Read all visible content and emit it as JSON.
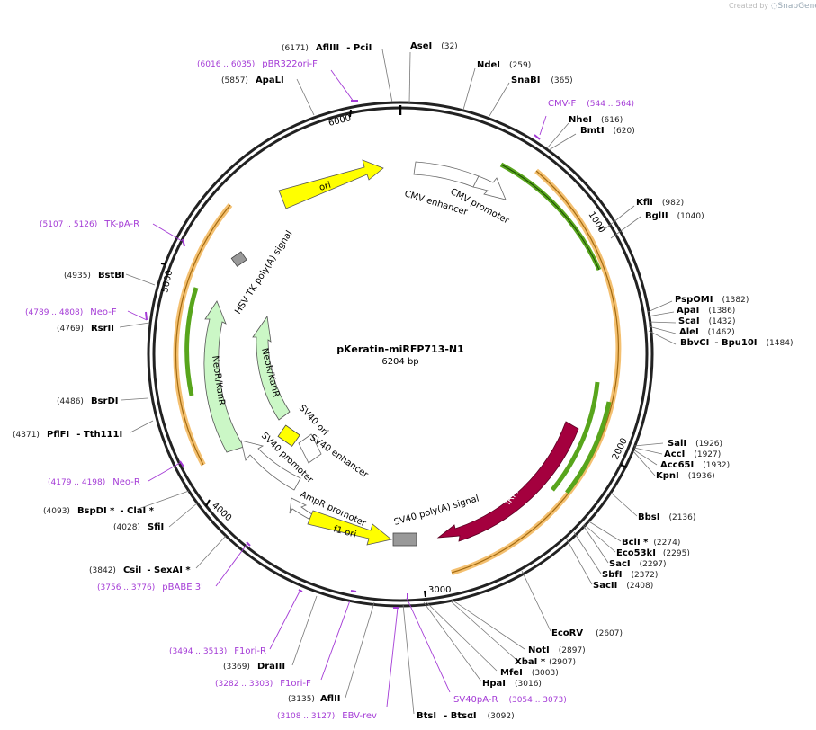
{
  "credit": {
    "prefix": "Created by",
    "brand": "SnapGene"
  },
  "map": {
    "name": "pKeratin-miRFP713-N1",
    "length_label": "6204 bp",
    "length": 6204
  },
  "ruler_ticks": [
    "1000",
    "2000",
    "3000",
    "4000",
    "5000",
    "6000"
  ],
  "sites": [
    {
      "id": "asei",
      "name": "AseI",
      "pos": "(32)"
    },
    {
      "id": "ndei",
      "name": "NdeI",
      "pos": "(259)"
    },
    {
      "id": "snabi",
      "name": "SnaBI",
      "pos": "(365)"
    },
    {
      "id": "nhei",
      "name": "NheI",
      "pos": "(616)"
    },
    {
      "id": "bmti",
      "name": "BmtI",
      "pos": "(620)"
    },
    {
      "id": "kfli",
      "name": "KflI",
      "pos": "(982)"
    },
    {
      "id": "bglii",
      "name": "BglII",
      "pos": "(1040)"
    },
    {
      "id": "pspomi",
      "name": "PspOMI",
      "pos": "(1382)"
    },
    {
      "id": "apai",
      "name": "ApaI",
      "pos": "(1386)"
    },
    {
      "id": "scai",
      "name": "ScaI",
      "pos": "(1432)"
    },
    {
      "id": "alei",
      "name": "AleI",
      "pos": "(1462)"
    },
    {
      "id": "bbvci",
      "name": "BbvCI",
      "extra": "- Bpu10I",
      "pos": "(1484)"
    },
    {
      "id": "sali",
      "name": "SalI",
      "pos": "(1926)"
    },
    {
      "id": "acci",
      "name": "AccI",
      "pos": "(1927)"
    },
    {
      "id": "acc65i",
      "name": "Acc65I",
      "pos": "(1932)"
    },
    {
      "id": "kpni",
      "name": "KpnI",
      "pos": "(1936)"
    },
    {
      "id": "bbsi",
      "name": "BbsI",
      "pos": "(2136)"
    },
    {
      "id": "bcli",
      "name": "BclI *",
      "pos": "(2274)"
    },
    {
      "id": "eco53ki",
      "name": "Eco53kI",
      "pos": "(2295)"
    },
    {
      "id": "saci",
      "name": "SacI",
      "pos": "(2297)"
    },
    {
      "id": "sbfi",
      "name": "SbfI",
      "pos": "(2372)"
    },
    {
      "id": "sacii",
      "name": "SacII",
      "pos": "(2408)"
    },
    {
      "id": "ecorv",
      "name": "EcoRV",
      "pos": "(2607)"
    },
    {
      "id": "noti",
      "name": "NotI",
      "pos": "(2897)"
    },
    {
      "id": "xbai",
      "name": "XbaI *",
      "pos": "(2907)"
    },
    {
      "id": "mfei",
      "name": "MfeI",
      "pos": "(3003)"
    },
    {
      "id": "hpai",
      "name": "HpaI",
      "pos": "(3016)"
    },
    {
      "id": "btsi",
      "name": "BtsI",
      "extra": "- BtsαI",
      "pos": "(3092)"
    },
    {
      "id": "afiii",
      "name": "AflII",
      "pos": "(3135)"
    },
    {
      "id": "draiii",
      "name": "DraIII",
      "pos": "(3369)"
    },
    {
      "id": "csii",
      "name": "CsiI",
      "extra": "- SexAI *",
      "pos": "(3842)"
    },
    {
      "id": "sfii",
      "name": "SfiI",
      "pos": "(4028)"
    },
    {
      "id": "bspdi",
      "name": "BspDI *",
      "extra": "- ClaI *",
      "pos": "(4093)"
    },
    {
      "id": "pflfi",
      "name": "PflFI",
      "extra": "- Tth111I",
      "pos": "(4371)"
    },
    {
      "id": "bsrdi",
      "name": "BsrDI",
      "pos": "(4486)"
    },
    {
      "id": "rsrii",
      "name": "RsrII",
      "pos": "(4769)"
    },
    {
      "id": "bstbi",
      "name": "BstBI",
      "pos": "(4935)"
    },
    {
      "id": "apali",
      "name": "ApaLI",
      "pos": "(5857)"
    },
    {
      "id": "afliii",
      "name": "AflIII",
      "extra": "- PciI",
      "pos": "(6171)"
    }
  ],
  "primers": [
    {
      "id": "cmvf",
      "name": "CMV-F",
      "pos": "(544 .. 564)"
    },
    {
      "id": "pbr322",
      "name": "pBR322ori-F",
      "pos": "(6016 .. 6035)"
    },
    {
      "id": "tkpar",
      "name": "TK-pA-R",
      "pos": "(5107 .. 5126)"
    },
    {
      "id": "neof",
      "name": "Neo-F",
      "pos": "(4789 .. 4808)"
    },
    {
      "id": "neor",
      "name": "Neo-R",
      "pos": "(4179 .. 4198)"
    },
    {
      "id": "pbabe3",
      "name": "pBABE 3'",
      "pos": "(3756 .. 3776)"
    },
    {
      "id": "f1orir",
      "name": "F1ori-R",
      "pos": "(3494 .. 3513)"
    },
    {
      "id": "f1orif",
      "name": "F1ori-F",
      "pos": "(3282 .. 3303)"
    },
    {
      "id": "ebvrev",
      "name": "EBV-rev",
      "pos": "(3108 .. 3127)"
    },
    {
      "id": "sv40par",
      "name": "SV40pA-R",
      "pos": "(3054 .. 3073)"
    }
  ],
  "features": {
    "ori": "ori",
    "cmv_enhancer": "CMV enhancer",
    "cmv_promoter": "CMV promoter",
    "hsv_tk": "HSV TK poly(A) signal",
    "neo_outer": "NeoR/KanR",
    "neo_inner": "NeoR/KanR",
    "sv40_ori": "SV40 ori",
    "sv40_enhancer": "SV40 enhancer",
    "sv40_promoter": "SV40 promoter",
    "ampr_promoter": "AmpR promoter",
    "f1_ori": "f1 ori",
    "sv40_polya": "SV40 poly(A) signal",
    "irfp": "iRFP713"
  },
  "colors": {
    "backbone": "#222222",
    "ori": "#ffff00",
    "neo": "#cbf7c6",
    "irfp": "#a4003e",
    "orange": "#f4c070",
    "green": "#58a51c",
    "primer": "#a43bd6"
  }
}
